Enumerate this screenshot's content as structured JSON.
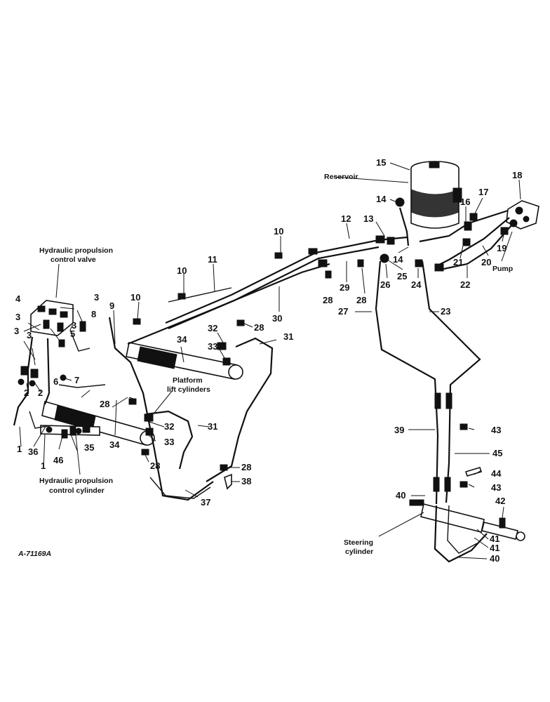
{
  "labels": {
    "reservoir": "Reservoir",
    "pump": "Pump",
    "hpcv_line1": "Hydraulic propulsion",
    "hpcv_line2": "control valve",
    "plc_line1": "Platform",
    "plc_line2": "lift cylinders",
    "hpcc_line1": "Hydraulic propulsion",
    "hpcc_line2": "control cylinder",
    "steer_line1": "Steering",
    "steer_line2": "cylinder",
    "figure_code": "A-71169A"
  },
  "callouts": {
    "c1": "1",
    "c2": "2",
    "c3": "3",
    "c4": "4",
    "c5": "5",
    "c6": "6",
    "c7": "7",
    "c8": "8",
    "c9": "9",
    "c10": "10",
    "c11": "11",
    "c12": "12",
    "c13": "13",
    "c14": "14",
    "c15": "15",
    "c16": "16",
    "c17": "17",
    "c18": "18",
    "c19": "19",
    "c20": "20",
    "c21": "21",
    "c22": "22",
    "c23": "23",
    "c24": "24",
    "c25": "25",
    "c26": "26",
    "c27": "27",
    "c28": "28",
    "c29": "29",
    "c30": "30",
    "c31": "31",
    "c32": "32",
    "c33": "33",
    "c34": "34",
    "c35": "35",
    "c36": "36",
    "c37": "37",
    "c38": "38",
    "c39": "39",
    "c40": "40",
    "c41": "41",
    "c42": "42",
    "c43": "43",
    "c44": "44",
    "c45": "45",
    "c46": "46"
  }
}
